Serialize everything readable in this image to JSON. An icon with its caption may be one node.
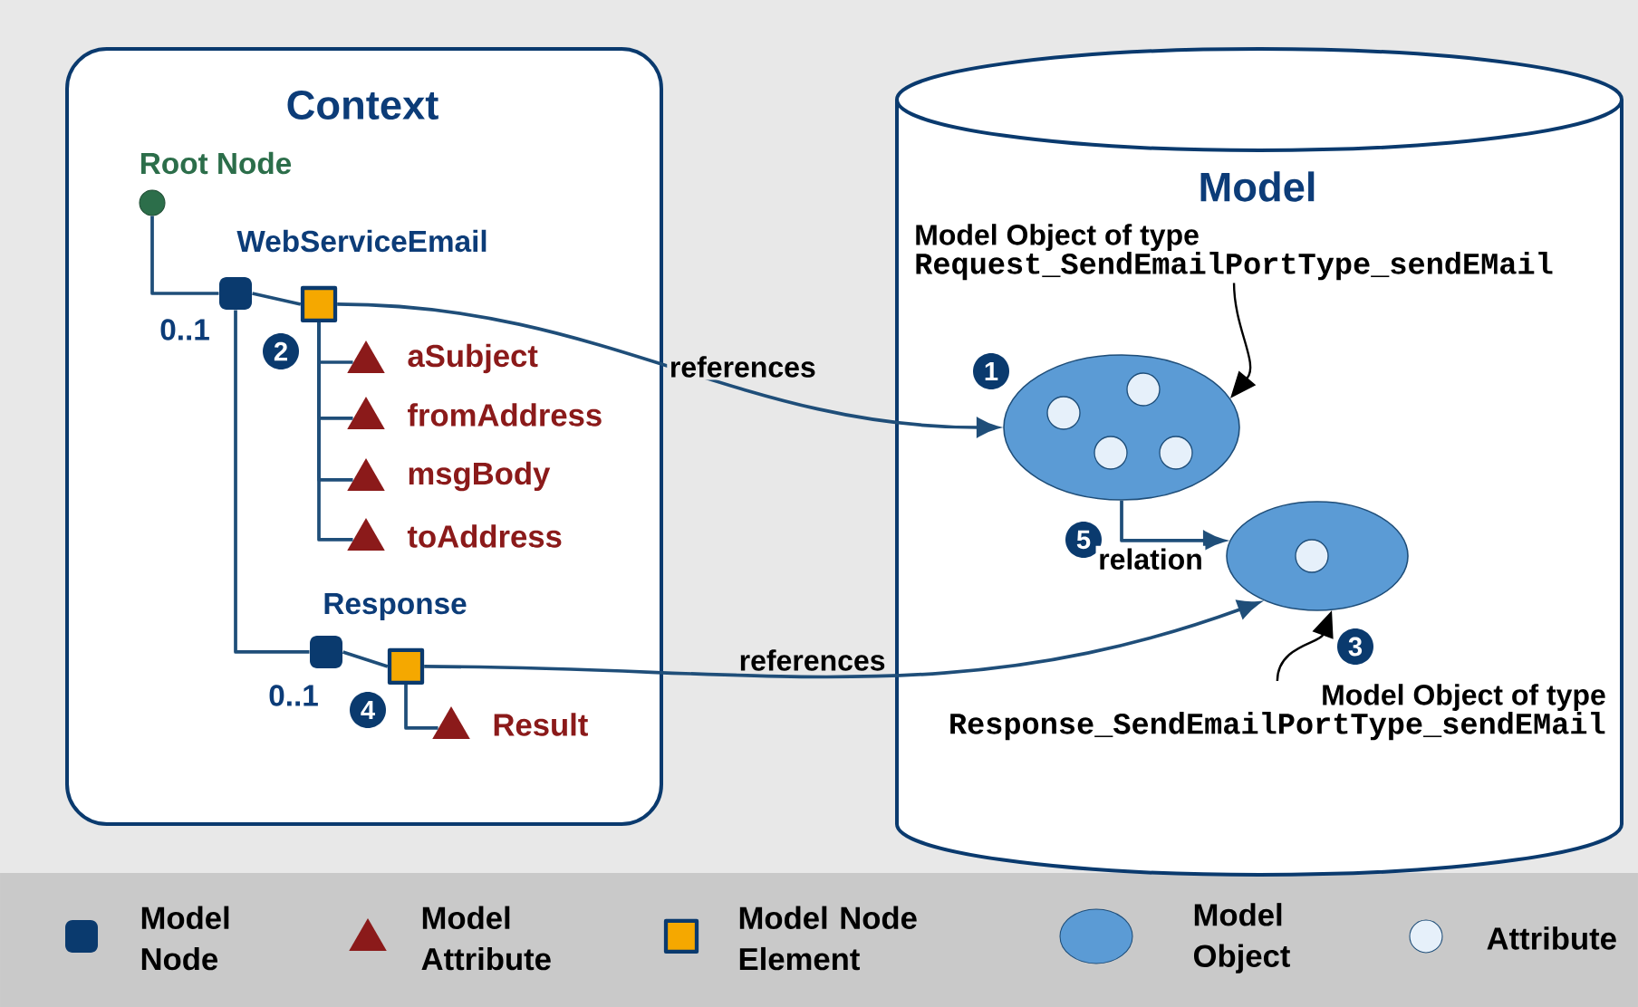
{
  "diagram": {
    "nodes": [
      {
        "text": [
          "Context"
        ]
      },
      {
        "text": [
          "Model"
        ]
      },
      {
        "text": [
          "Root Node"
        ],
        "in": 0
      },
      {
        "text": [
          "WebServiceEmail"
        ],
        "beside": [
          "0..1"
        ],
        "in": 0
      },
      {
        "text": [],
        "shape": "box",
        "in": 0
      },
      {
        "text": [
          "aSubject"
        ],
        "in": 0
      },
      {
        "text": [
          "fromAddress"
        ],
        "in": 0
      },
      {
        "text": [
          "msgBody"
        ],
        "in": 0
      },
      {
        "text": [
          "toAddress"
        ],
        "in": 0
      },
      {
        "text": [
          "Response"
        ],
        "beside": [
          "0..1"
        ],
        "in": 0
      },
      {
        "text": [],
        "shape": "box",
        "in": 0
      },
      {
        "text": [
          "Result"
        ],
        "in": 0
      },
      {
        "text": [
          "Model Object of type",
          "Request_SendEmailPortType_sendEMail"
        ],
        "in": 1
      },
      {
        "text": [],
        "shape": "ellipse",
        "in": 1
      },
      {
        "text": [],
        "shape": "circle",
        "in": 13
      },
      {
        "text": [],
        "shape": "circle",
        "in": 13
      },
      {
        "text": [],
        "shape": "circle",
        "in": 13
      },
      {
        "text": [],
        "shape": "circle",
        "in": 13
      },
      {
        "text": [],
        "shape": "ellipse",
        "in": 1
      },
      {
        "text": [],
        "shape": "circle",
        "in": 18
      },
      {
        "text": [
          "Model Object of type",
          "Response_SendEmailPortType_sendEMail"
        ],
        "in": 1
      }
    ],
    "edges": [
      {
        "from": 2,
        "to": 3,
        "arrow": "none"
      },
      {
        "from": 3,
        "to": 4,
        "arrow": "none"
      },
      {
        "from": 4,
        "to": 5,
        "arrow": "none"
      },
      {
        "from": 4,
        "to": 6,
        "arrow": "none"
      },
      {
        "from": 4,
        "to": 7,
        "arrow": "none"
      },
      {
        "from": 4,
        "to": 8,
        "arrow": "none"
      },
      {
        "from": 3,
        "to": 9,
        "arrow": "none"
      },
      {
        "from": 9,
        "to": 10,
        "arrow": "none"
      },
      {
        "from": 10,
        "to": 11,
        "arrow": "none"
      },
      {
        "from": 4,
        "to": 13,
        "arrow": "to",
        "label": "references"
      },
      {
        "from": 10,
        "to": 18,
        "arrow": "to",
        "label": "references"
      },
      {
        "from": 13,
        "to": 18,
        "arrow": "to",
        "label": "relation"
      },
      {
        "from": 12,
        "to": 13,
        "arrow": "to",
        "color": "#000000"
      },
      {
        "from": 20,
        "to": 18,
        "arrow": "to",
        "color": "#000000"
      }
    ],
    "labels": [
      "2",
      "1",
      "5",
      "4",
      "3"
    ],
    "legend": [
      {
        "text": "Model Node",
        "color": "#0a3a6e"
      },
      {
        "text": "Model Attribute",
        "color": "#8b1a1a"
      },
      {
        "text": "Model Node Element",
        "color": "#f5a800"
      },
      {
        "text": "Model Object",
        "color": "#5b9bd5"
      },
      {
        "text": "Attribute",
        "color": "#e6f0fa"
      }
    ]
  }
}
